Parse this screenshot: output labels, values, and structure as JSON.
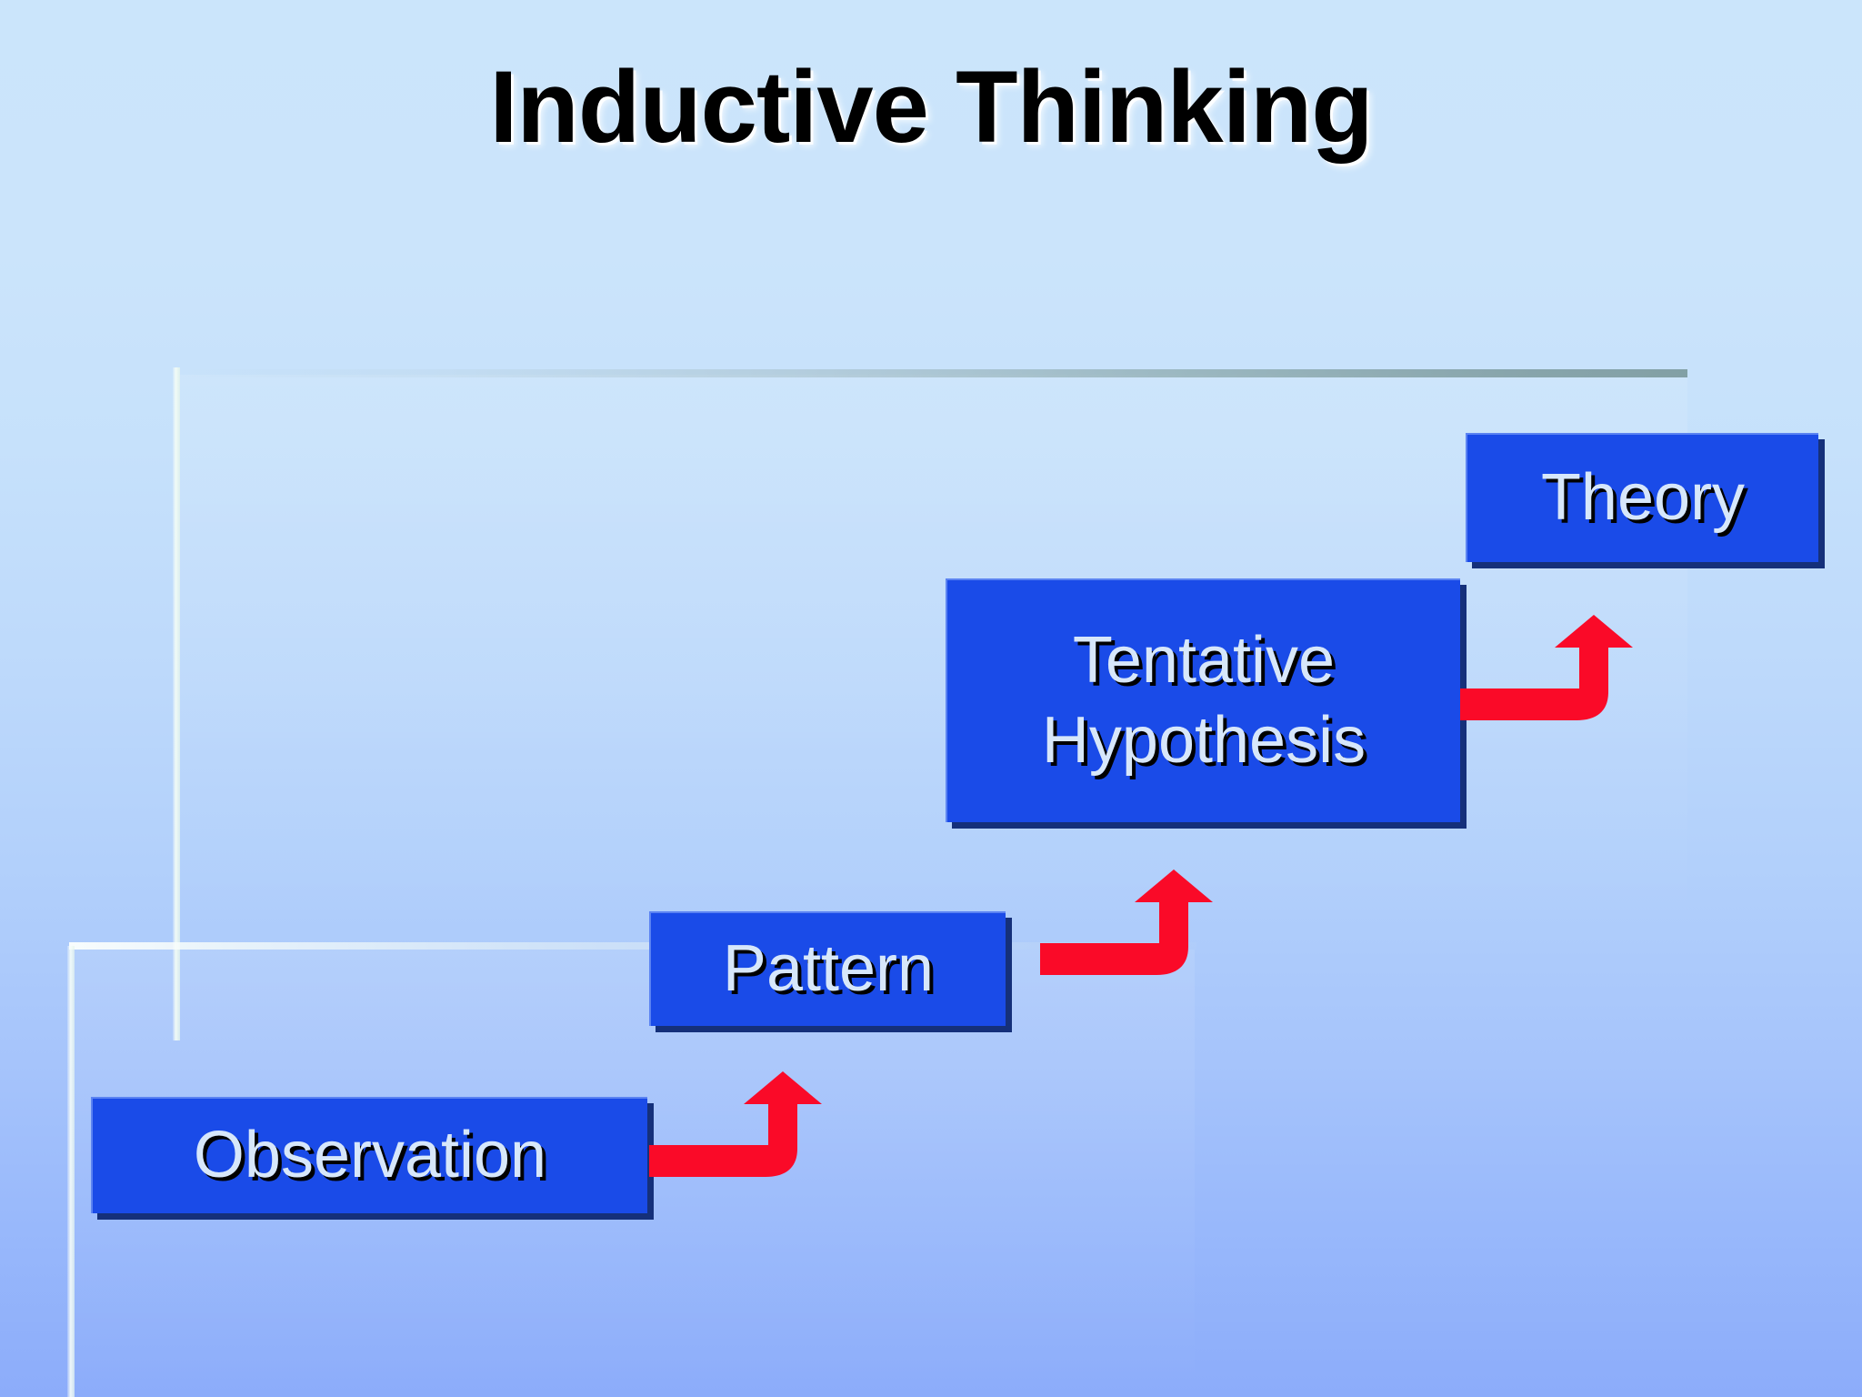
{
  "slide": {
    "title": "Inductive Thinking",
    "background_top_color": "#cbe5fb",
    "background_bottom_color": "#8cacfa"
  },
  "diagram": {
    "type": "process-flow",
    "direction": "ascending-left-to-right",
    "box_fill_color": "#1a4be8",
    "box_text_color": "#d7e7fa",
    "box_shadow_color": "#15307a",
    "arrow_color": "#fa0a28",
    "steps": [
      {
        "id": "observation",
        "label": "Observation",
        "order": 1
      },
      {
        "id": "pattern",
        "label": "Pattern",
        "order": 2
      },
      {
        "id": "hypothesis",
        "label": "Tentative\nHypothesis",
        "order": 3
      },
      {
        "id": "theory",
        "label": "Theory",
        "order": 4
      }
    ],
    "connectors": [
      {
        "id": "arrow-1",
        "from": "observation",
        "to": "pattern",
        "shape": "elbow-up-arrow"
      },
      {
        "id": "arrow-2",
        "from": "pattern",
        "to": "hypothesis",
        "shape": "elbow-up-arrow"
      },
      {
        "id": "arrow-3",
        "from": "hypothesis",
        "to": "theory",
        "shape": "elbow-up-arrow"
      }
    ]
  }
}
